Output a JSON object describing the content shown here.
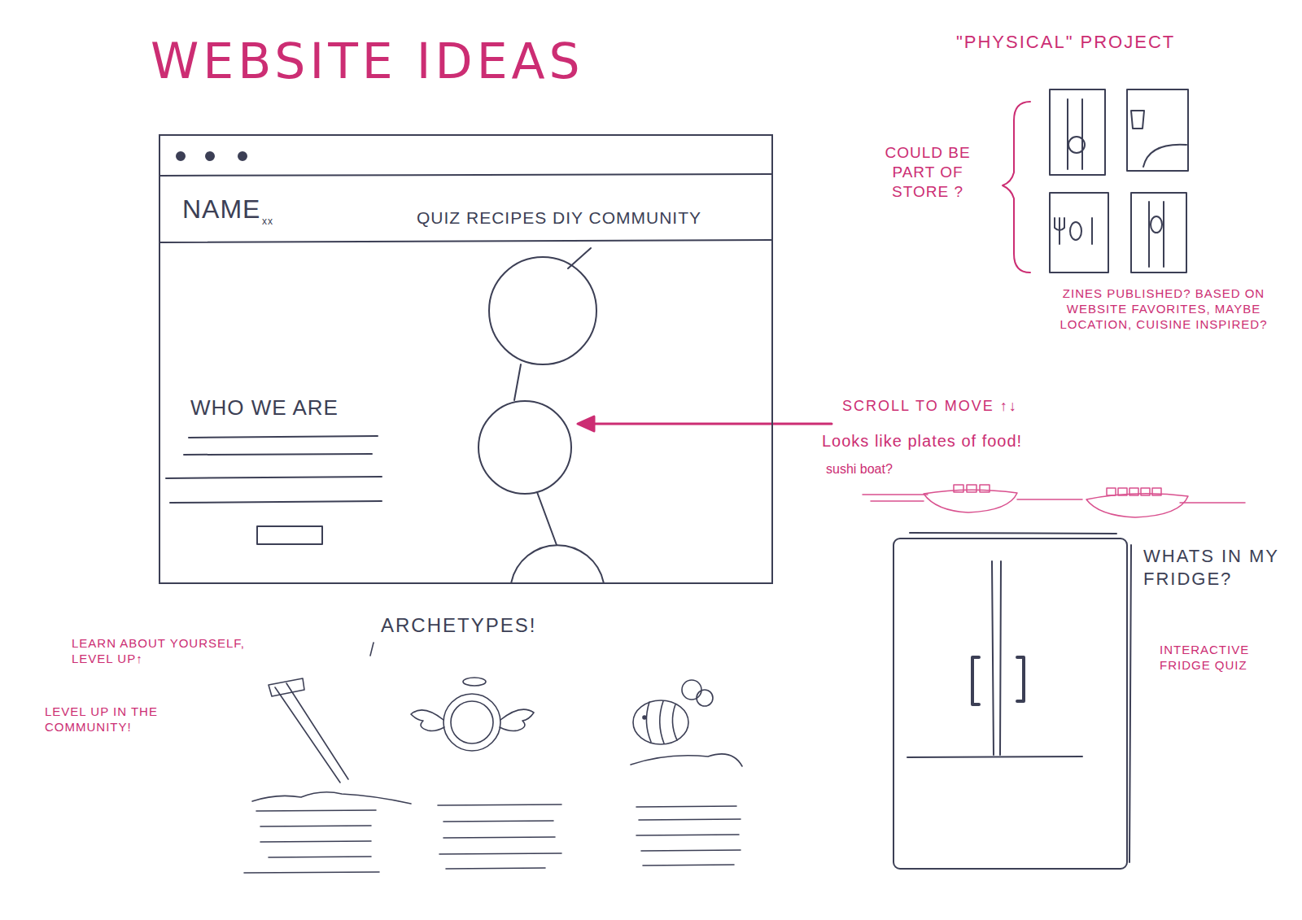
{
  "diagram": {
    "title": "WEBSITE IDEAS",
    "nodes": [
      {
        "text": [
          "NAME",
          "xx",
          "QUIZ RECIPES DIY COMMUNITY",
          "WHO WE ARE"
        ]
      }
    ],
    "labels": [
      "\"PHYSICAL\" PROJECT",
      "COULD BE PART OF STORE ?",
      "ZINES PUBLISHED? BASED ON WEBSITE FAVORITES, MAYBE LOCATION, CUISINE INSPIRED?",
      "SCROLL TO MOVE ↑↓",
      "Looks like plates of food!",
      "sushi boat?",
      "WHATS IN MY FRIDGE?",
      "INTERACTIVE FRIDGE QUIZ",
      "ARCHETYPES!",
      "LEARN ABOUT YOURSELF, LEVEL UP↑",
      "LEVEL UP IN THE COMMUNITY!"
    ]
  }
}
